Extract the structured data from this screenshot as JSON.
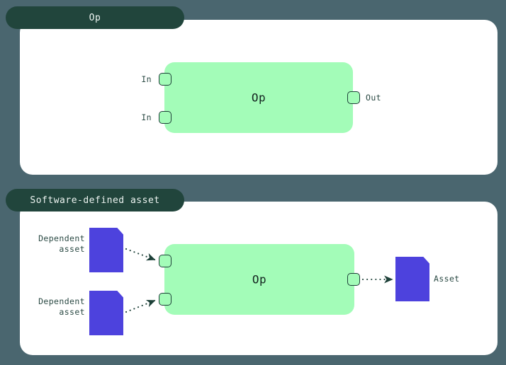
{
  "background_color": "#4a666f",
  "palette": {
    "panel": "#ffffff",
    "tab": "#21453c",
    "op_node": "#a3fcb8",
    "port_border": "#1d4038",
    "asset": "#4d42dd",
    "text_dark": "#2b4a44",
    "edge": "#1d4038"
  },
  "panels": [
    {
      "id": "op",
      "tab_label": "Op",
      "node": {
        "label": "Op",
        "inputs": [
          {
            "label": "In"
          },
          {
            "label": "In"
          }
        ],
        "outputs": [
          {
            "label": "Out"
          }
        ]
      }
    },
    {
      "id": "software-defined-asset",
      "tab_label": "Software-defined asset",
      "node": {
        "label": "Op",
        "inputs": [
          {
            "label": ""
          },
          {
            "label": ""
          }
        ],
        "outputs": [
          {
            "label": ""
          }
        ]
      },
      "upstream_assets": [
        {
          "label": "Dependent\nasset"
        },
        {
          "label": "Dependent\nasset"
        }
      ],
      "downstream_assets": [
        {
          "label": "Asset"
        }
      ]
    }
  ]
}
